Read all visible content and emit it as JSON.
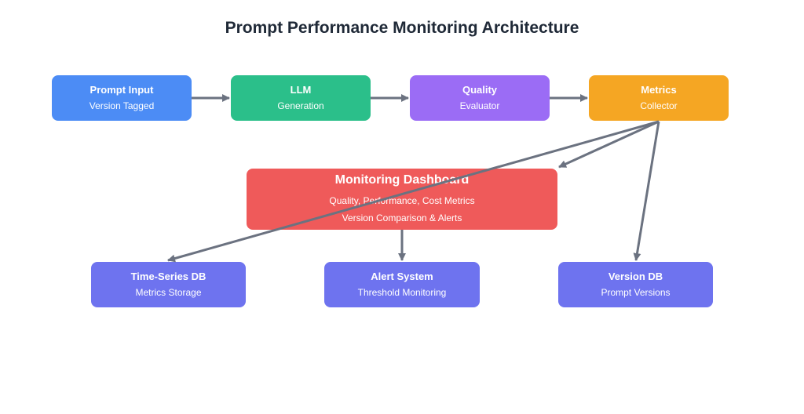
{
  "title": "Prompt Performance Monitoring Architecture",
  "colors": {
    "prompt_input": "#4c8cf5",
    "llm": "#2bbf8a",
    "quality": "#9b6cf5",
    "metrics": "#f5a623",
    "dashboard": "#ef5a5a",
    "storage": "#6e73ef",
    "arrow": "#6b7280"
  },
  "nodes": {
    "prompt_input": {
      "name": "Prompt Input",
      "sub": "Version Tagged",
      "icon": ""
    },
    "llm": {
      "name": "LLM",
      "sub": "Generation"
    },
    "quality": {
      "name": "Quality",
      "sub": "Evaluator"
    },
    "metrics": {
      "name": "Metrics",
      "sub": "Collector"
    },
    "dashboard": {
      "name": "Monitoring Dashboard",
      "line1": "Quality, Performance, Cost Metrics",
      "line2": "Version Comparison & Alerts"
    },
    "timeseries": {
      "name": "Time-Series DB",
      "sub": "Metrics Storage"
    },
    "alert": {
      "name": "Alert System",
      "sub": "Threshold Monitoring"
    },
    "version": {
      "name": "Version DB",
      "sub": "Prompt Versions"
    }
  },
  "edges": [
    {
      "from": "Prompt Input",
      "to": "LLM"
    },
    {
      "from": "LLM",
      "to": "Quality"
    },
    {
      "from": "Quality",
      "to": "Metrics"
    },
    {
      "from": "Metrics",
      "to": "Monitoring Dashboard"
    },
    {
      "from": "Metrics",
      "to": "Time-Series DB"
    },
    {
      "from": "Metrics",
      "to": "Version DB"
    },
    {
      "from": "Monitoring Dashboard",
      "to": "Alert System"
    }
  ]
}
